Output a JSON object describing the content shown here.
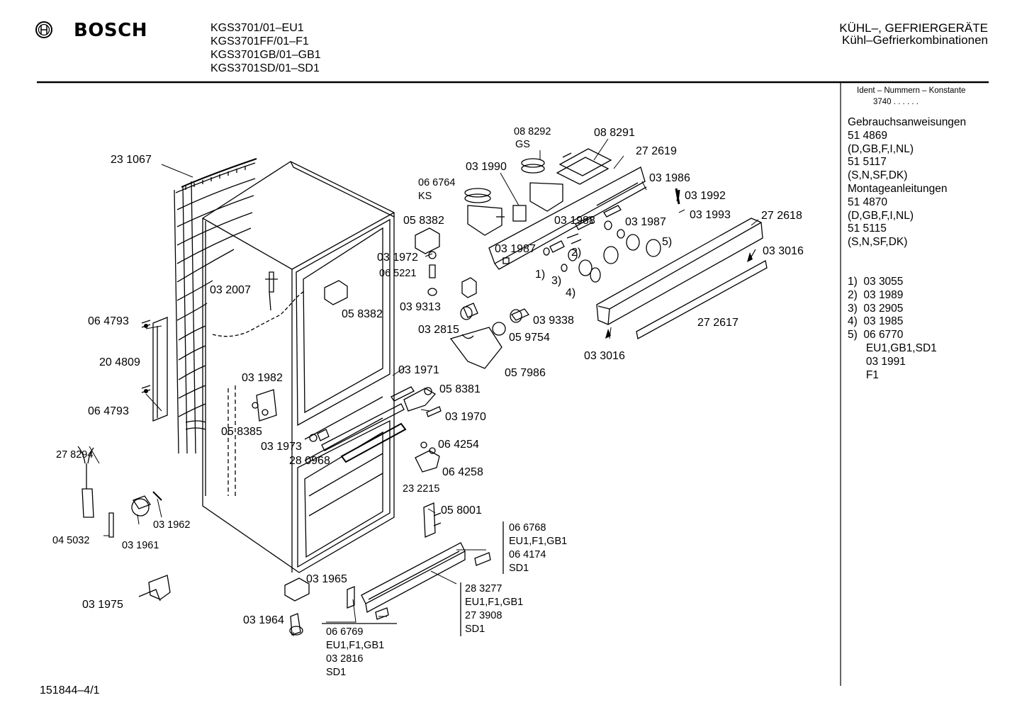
{
  "header": {
    "brand": "BOSCH",
    "models": [
      "KGS3701/01–EU1",
      "KGS3701FF/01–F1",
      "KGS3701GB/01–GB1",
      "KGS3701SD/01–SD1"
    ],
    "category_line1": "KÜHL–, GEFRIERGERÄTE",
    "category_line2": "Kühl–Gefrierkombinationen"
  },
  "sidebar": {
    "ident_label": "Ident – Nummern – Konstante",
    "ident_value": "3740 . . . . . .",
    "docs": [
      "Gebrauchsanweisungen",
      "51 4869",
      "(D,GB,F,I,NL)",
      "51 5117",
      "(S,N,SF,DK)",
      "Montageanleitungen",
      "51 4870",
      "(D,GB,F,I,NL)",
      "51 5115",
      "(S,N,SF,DK)"
    ],
    "notes": [
      "1)  03 3055",
      "2)  03 1989",
      "3)  03 2905",
      "4)  03 1985",
      "5)  06 6770",
      "      EU1,GB1,SD1",
      "      03 1991",
      "      F1"
    ]
  },
  "labels": {
    "l231067": "23 1067",
    "l088292": "08 8292",
    "lGS": "GS",
    "l088291": "08 8291",
    "l031990": "03 1990",
    "l272619": "27 2619",
    "l066764": "06 6764",
    "lKS": "KS",
    "l031986": "03 1986",
    "l031992": "03 1992",
    "l058382a": "05 8382",
    "l031988": "03 1988",
    "l031987a": "03 1987",
    "l031993": "03 1993",
    "l272618": "27 2618",
    "l031972": "03 1972",
    "l031987b": "03 1987",
    "n2": "2)",
    "n5": "5)",
    "l033016a": "03 3016",
    "l065221": "06 5221",
    "n1": "1)",
    "n3": "3)",
    "n4": "4)",
    "l032007": "03 2007",
    "l058382b": "05 8382",
    "l039313": "03 9313",
    "l064793a": "06 4793",
    "l039338": "03 9338",
    "l272617": "27 2617",
    "l032815": "03 2815",
    "l059754": "05 9754",
    "l033016b": "03 3016",
    "l204809": "20 4809",
    "l031971": "03 1971",
    "l057986": "05 7986",
    "l031982": "03 1982",
    "l058381": "05 8381",
    "l064793b": "06 4793",
    "l031970": "03 1970",
    "l058385": "05 8385",
    "l031973": "03 1973",
    "l064254": "06 4254",
    "l278294": "27 8294",
    "l280968": "28 0968",
    "l064258": "06 4258",
    "l232215": "23 2215",
    "l058001": "05 8001",
    "l031962": "03 1962",
    "l045032": "04 5032",
    "l031961": "03 1961",
    "l066768": "06 6768",
    "lEU1F1GB1a": "EU1,F1,GB1",
    "l064174": "06 4174",
    "lSD1a": "SD1",
    "l031965": "03 1965",
    "l283277": "28 3277",
    "lEU1F1GB1b": "EU1,F1,GB1",
    "l273908": "27 3908",
    "lSD1b": "SD1",
    "l031975": "03 1975",
    "l031964": "03 1964",
    "l066769": "06 6769",
    "lEU1F1GB1c": "EU1,F1,GB1",
    "l032816": "03 2816",
    "lSD1c": "SD1"
  },
  "footer": {
    "code": "151844–4/1"
  }
}
